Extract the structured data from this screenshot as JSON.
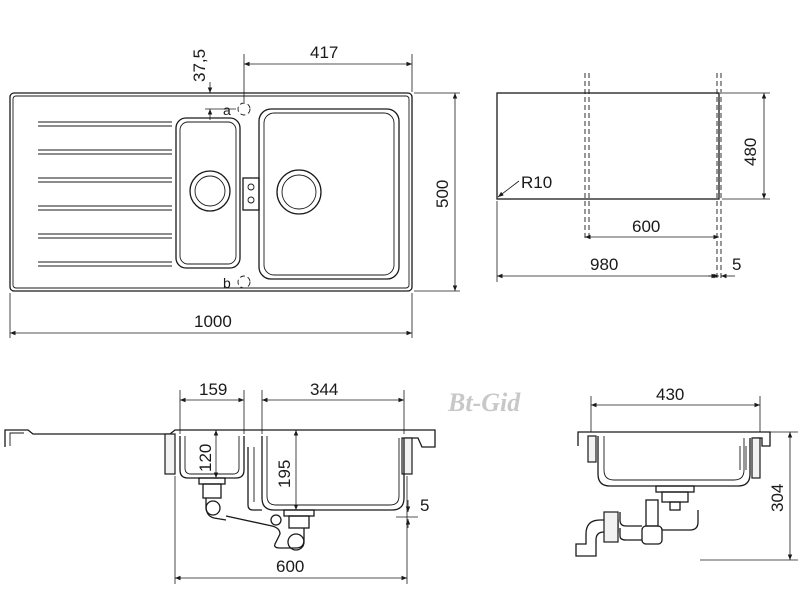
{
  "watermark": "Bt-Gid",
  "top_view": {
    "dim_width": "1000",
    "dim_height": "500",
    "dim_bowl_width": "417",
    "dim_offset": "37,5",
    "label_a": "a",
    "label_b": "b"
  },
  "cutout_view": {
    "dim_radius": "R10",
    "dim_cut_width": "980",
    "dim_cut_height": "480",
    "dim_cabinet": "600",
    "dim_gap": "5"
  },
  "front_section": {
    "dim_small_bowl_width": "159",
    "dim_big_bowl_width": "344",
    "dim_small_depth": "120",
    "dim_big_depth": "195",
    "dim_thickness": "5",
    "dim_cabinet": "600"
  },
  "side_section": {
    "dim_bowl_width": "430",
    "dim_height": "304"
  }
}
